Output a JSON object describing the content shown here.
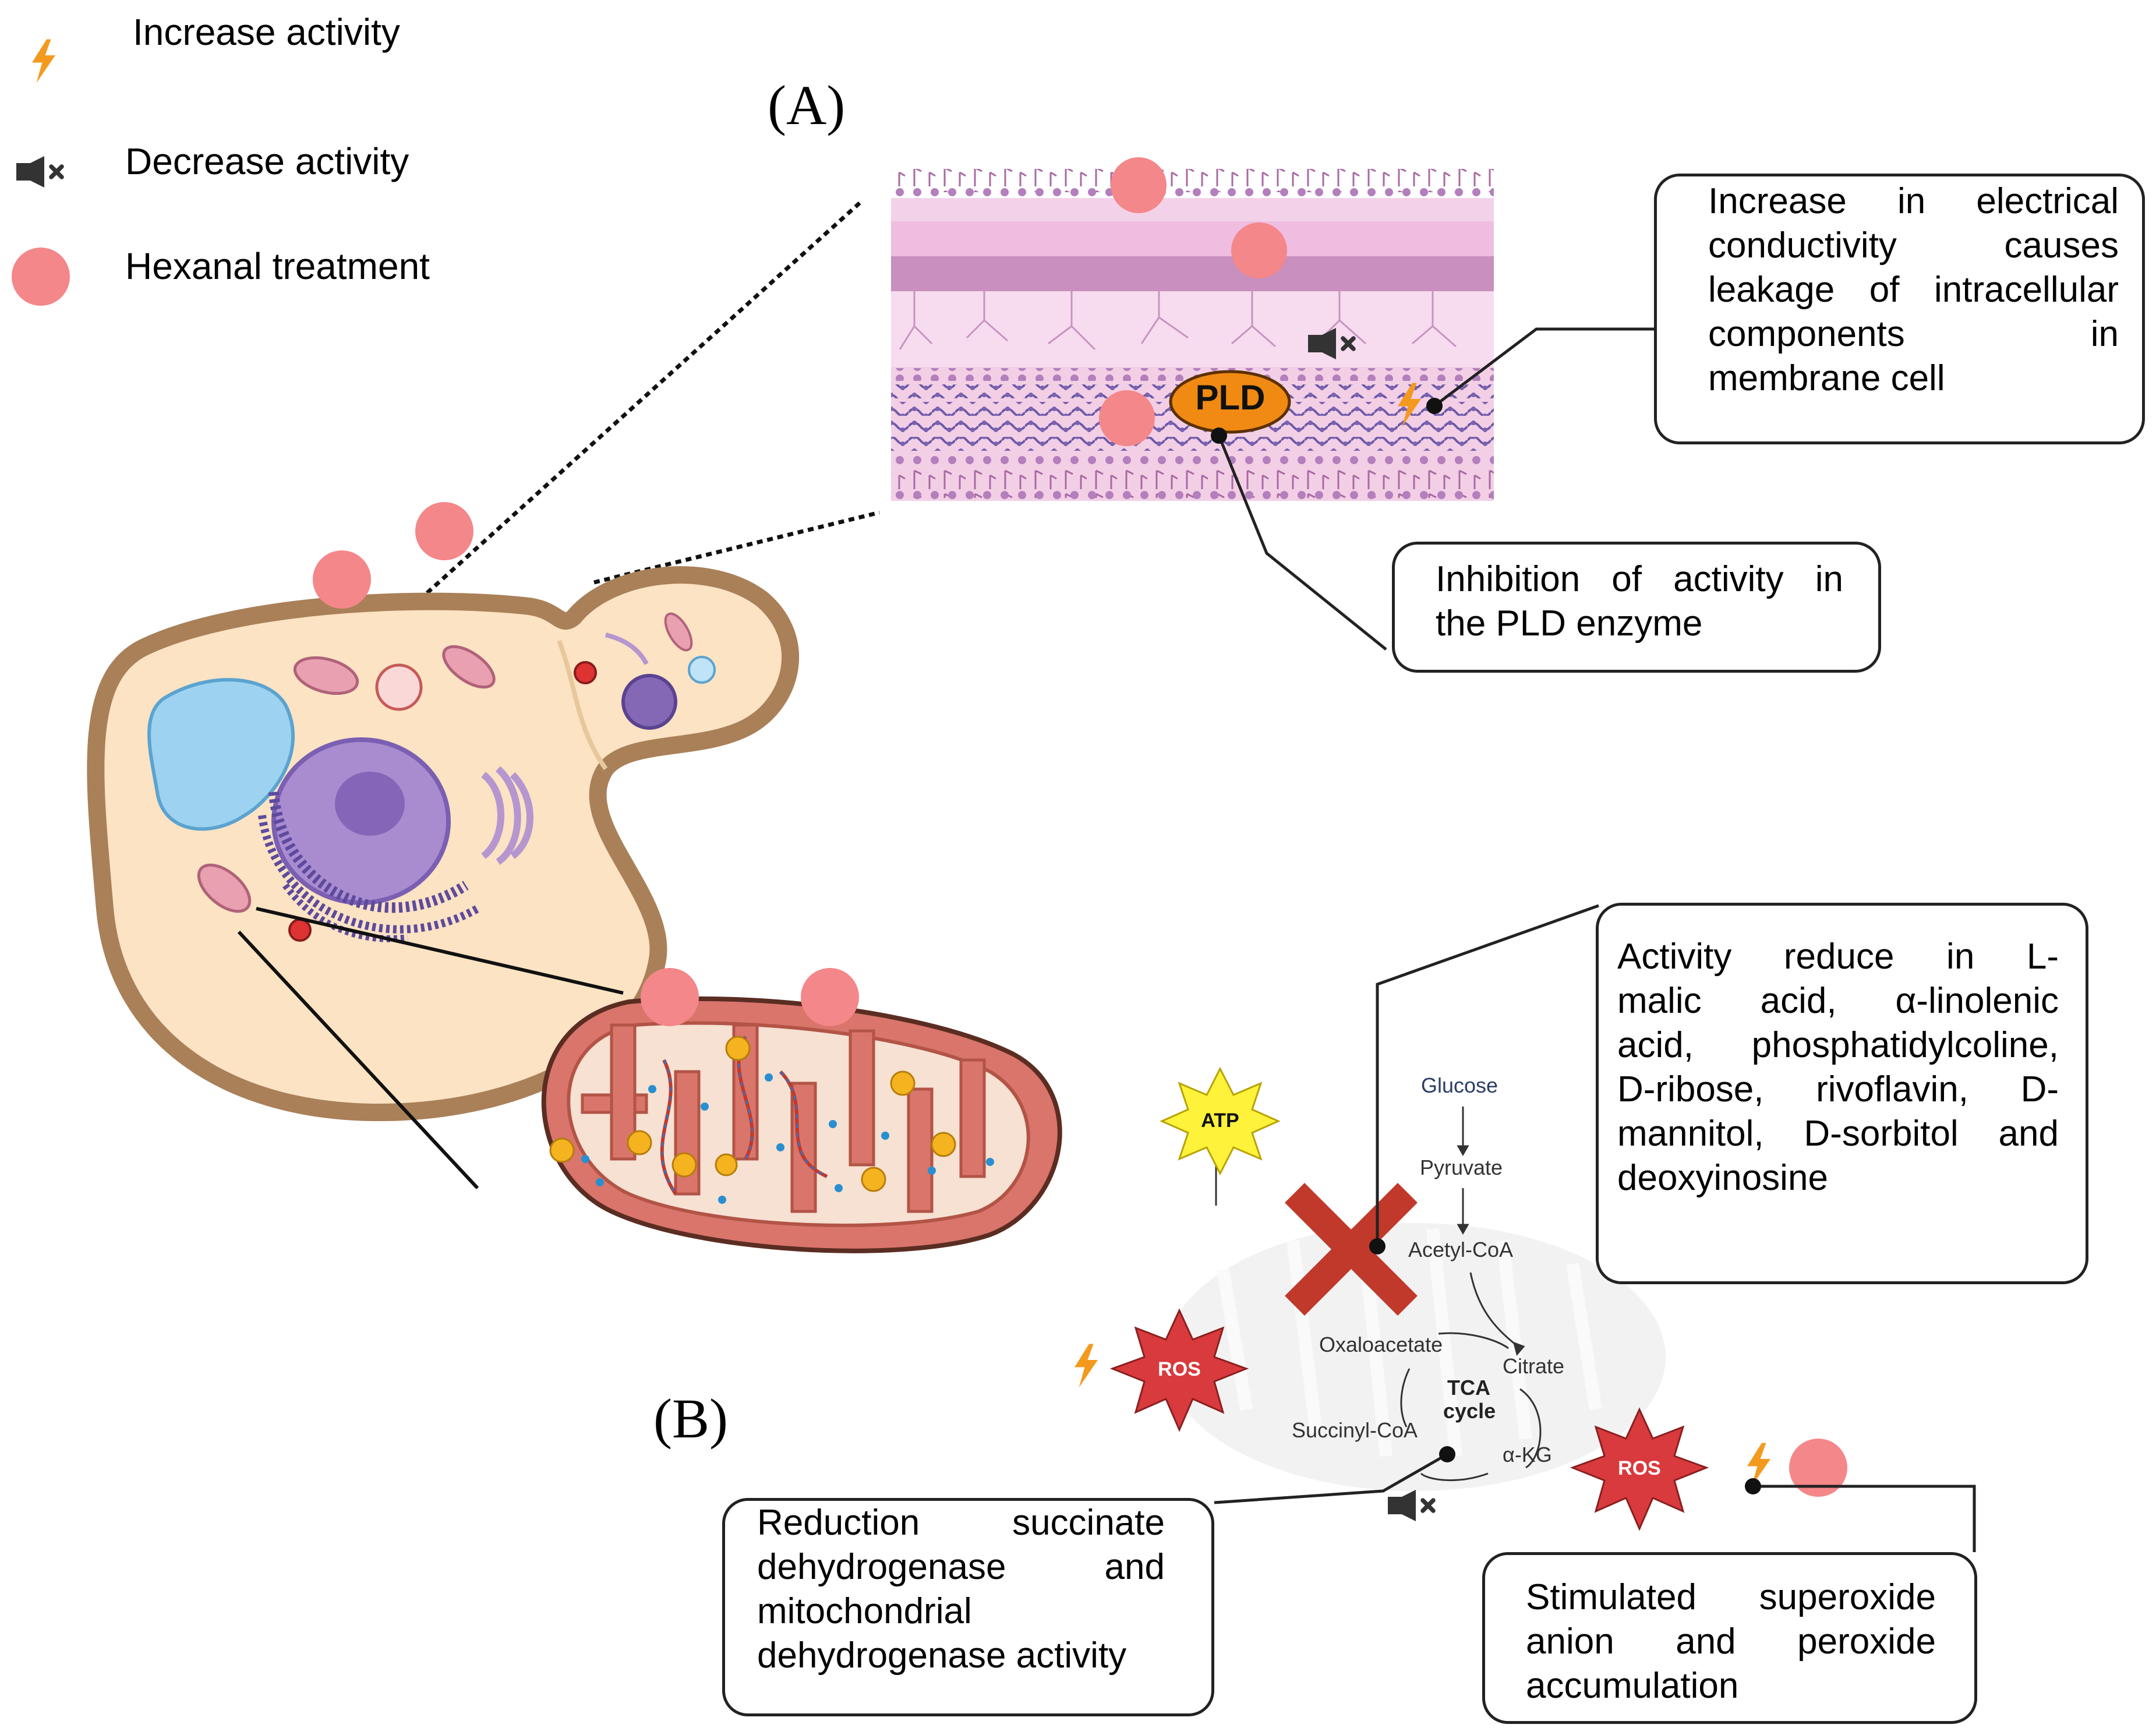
{
  "legend": {
    "items": [
      {
        "label": "Increase activity",
        "icon": "lightning-icon"
      },
      {
        "label": "Decrease activity",
        "icon": "muted-speaker-icon"
      },
      {
        "label": "Hexanal treatment",
        "icon": "pink-circle-icon"
      }
    ]
  },
  "panels": {
    "a": "(A)",
    "b": "(B)"
  },
  "membrane": {
    "enzyme": "PLD"
  },
  "callouts": {
    "conductivity": [
      "Increase in electrical",
      "conductivity causes",
      "leakage of intracellular",
      "components in",
      "membrane cell"
    ],
    "pld": [
      "Inhibition of activity in",
      "the PLD enzyme"
    ],
    "metabolites": [
      "Activity reduce in L-",
      "malic acid, α-linolenic",
      "acid, phosphatidylcoline,",
      "D-ribose, rivoflavin, D-",
      "mannitol, D-sorbitol and",
      "deoxyinosine"
    ],
    "dehydrogenase": [
      "Reduction succinate",
      "dehydrogenase and",
      "mitochondrial",
      "dehydrogenase activity"
    ],
    "superoxide": [
      "Stimulated superoxide",
      "anion and peroxide",
      "accumulation"
    ]
  },
  "pathway": {
    "glucose": "Glucose",
    "pyruvate": "Pyruvate",
    "acetyl_coa": "Acetyl-CoA",
    "oxaloacetate": "Oxaloacetate",
    "citrate": "Citrate",
    "tca_line1": "TCA",
    "tca_line2": "cycle",
    "succinyl_coa": "Succinyl-CoA",
    "akg": "α-KG"
  },
  "badges": {
    "atp": "ATP",
    "ros": "ROS"
  },
  "colors": {
    "hexanal": "#f4878a",
    "lightning": "#f39a1e",
    "pld": "#f08a12",
    "ros": "#d93a3d",
    "atp": "#fff23a",
    "membrane": "#f0c7e3",
    "cell": "#fbe3c3",
    "cell_border": "#a98058",
    "mito": "#d9756b",
    "nucleus": "#7a5fb2"
  }
}
